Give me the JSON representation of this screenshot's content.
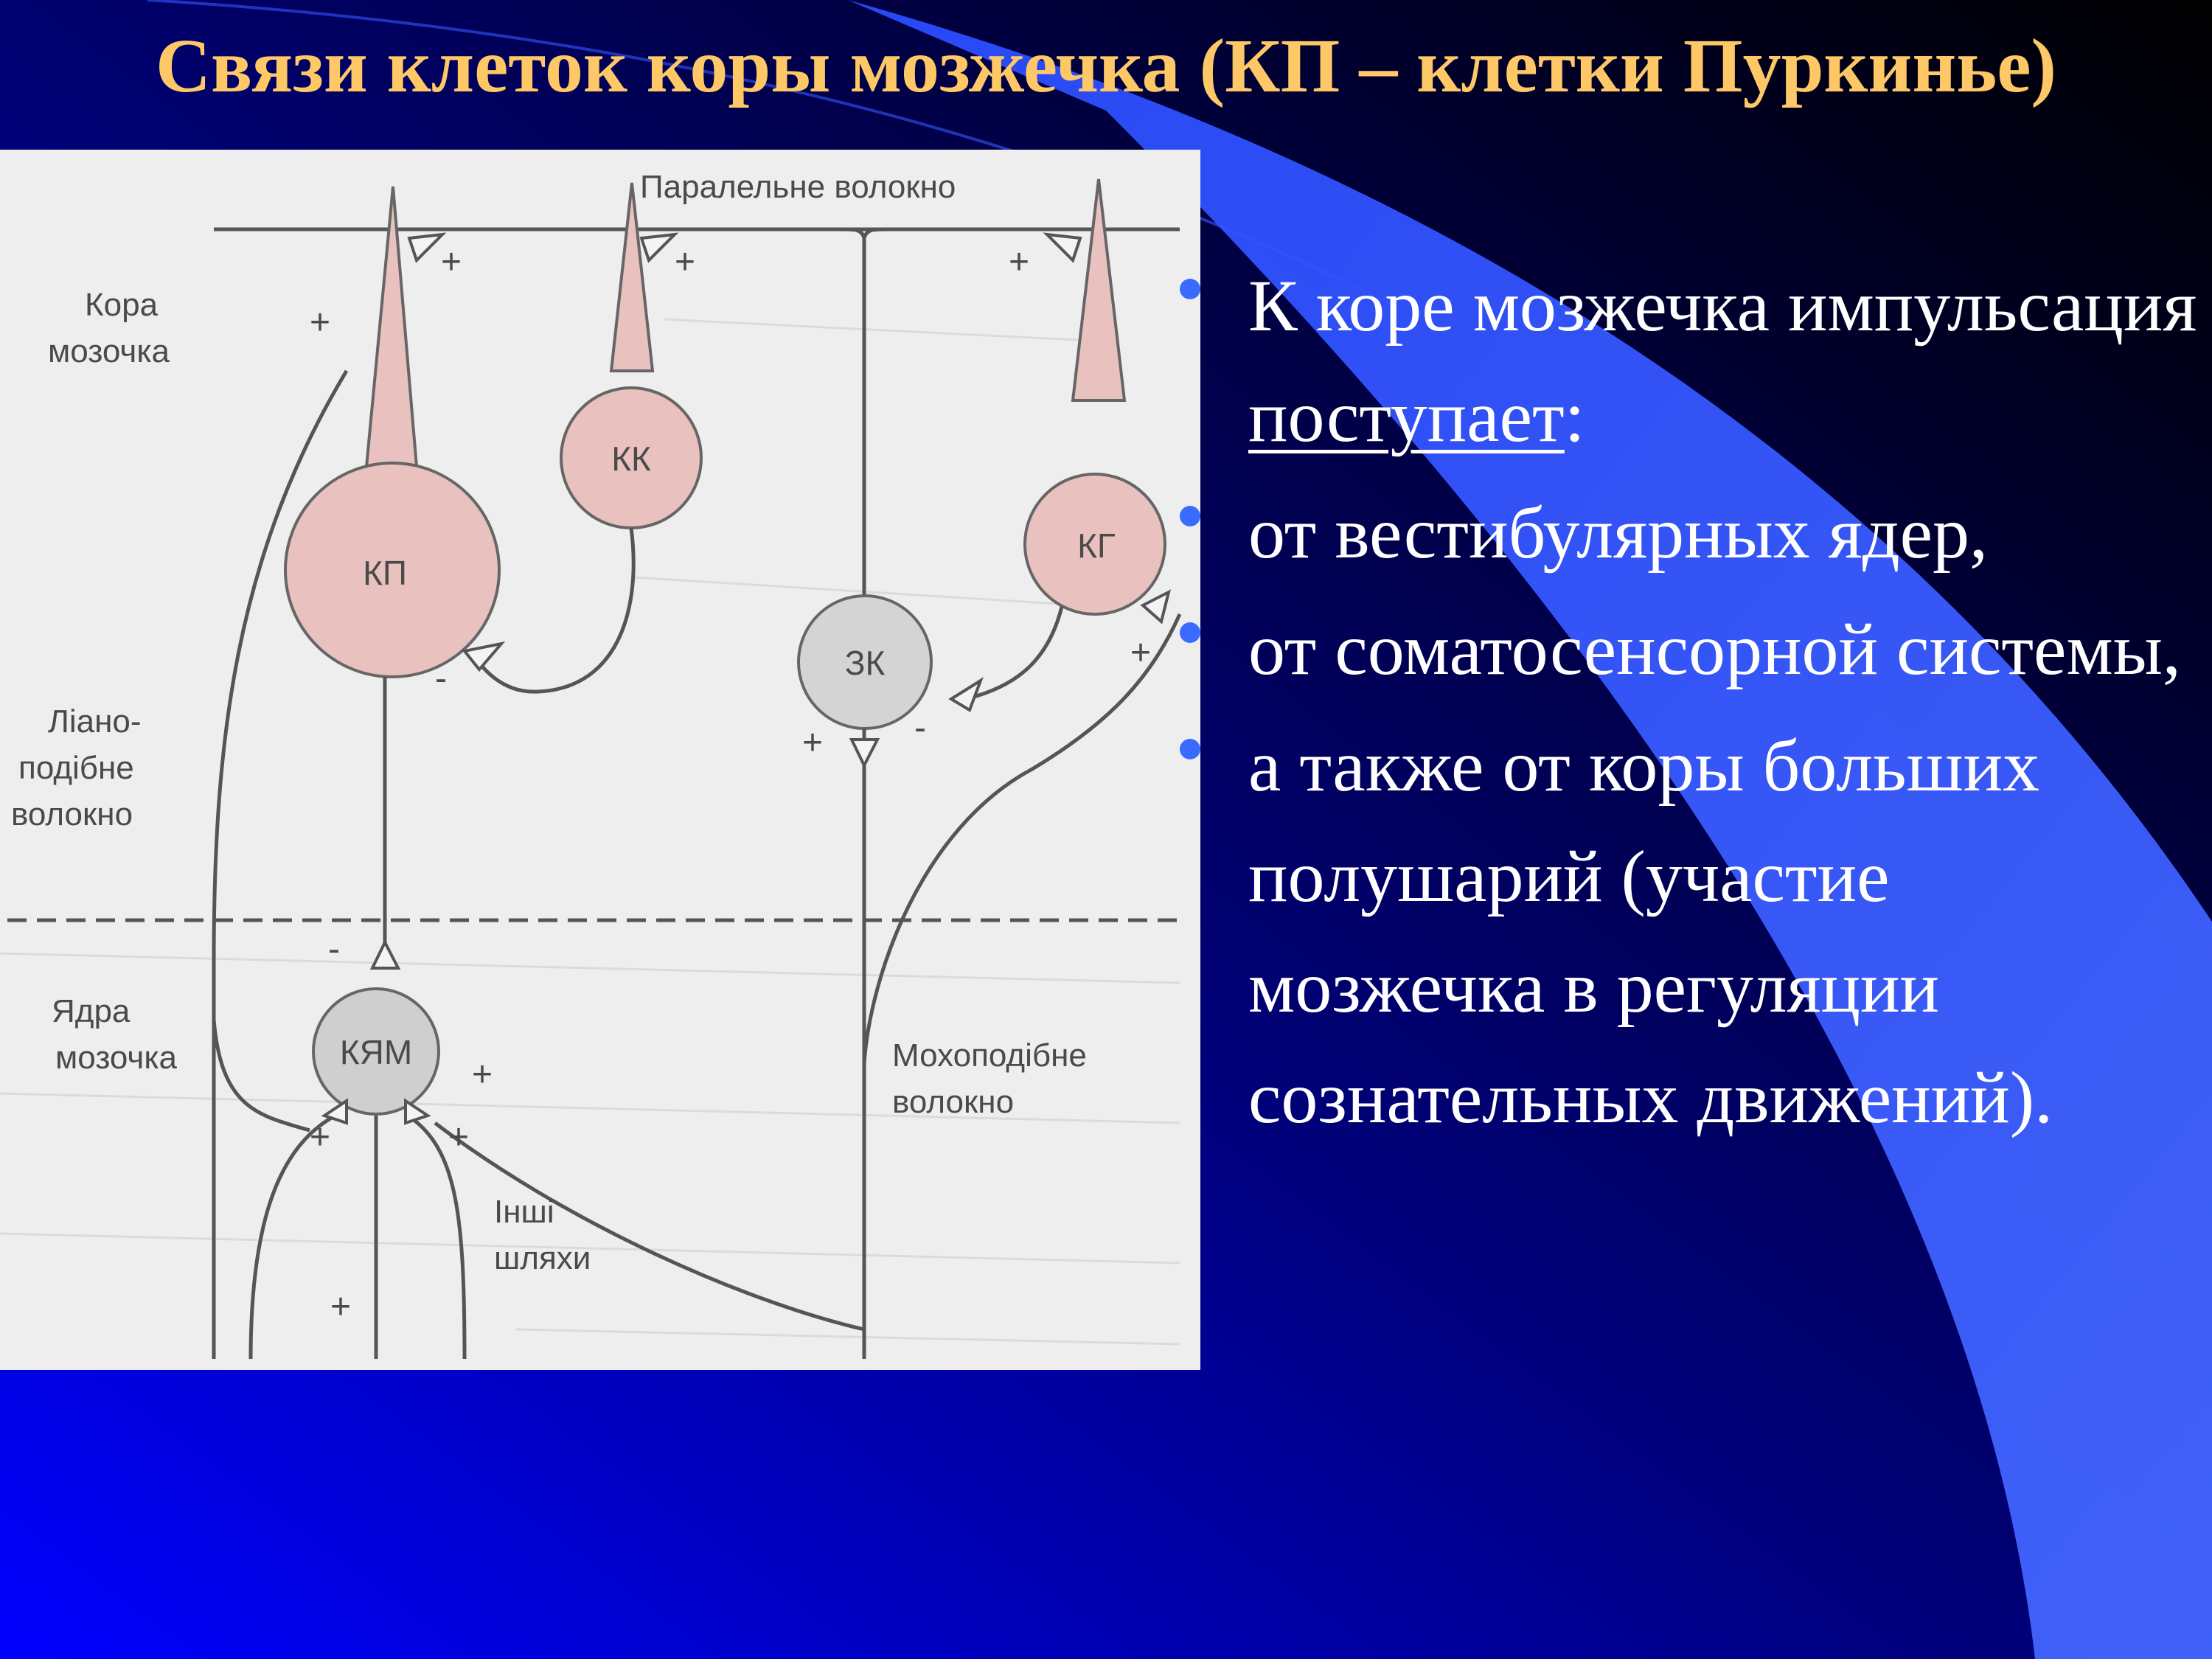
{
  "slide": {
    "title": "Связи клеток коры мозжечка (КП – клетки Пуркинье)",
    "colors": {
      "background_dark": "#000010",
      "background_blue": "#0000ff",
      "title": "#ffc866",
      "text": "#ffffff",
      "bullet": "#3a6bff",
      "ribbon": "#3a5cff"
    }
  },
  "figure": {
    "labels": {
      "parallel_fiber": "Паралельне волокно",
      "cortex_line1": "Кора",
      "cortex_line2": "мозочка",
      "climbing_line1": "Ліано-",
      "climbing_line2": "подібне",
      "climbing_line3": "волокно",
      "nuclei_line1": "Ядра",
      "nuclei_line2": "мозочка",
      "mossy_line1": "Мохоподібне",
      "mossy_line2": "волокно",
      "other_line1": "Інші",
      "other_line2": "шляхи"
    },
    "cells": {
      "purkinje": "КП",
      "basket": "КК",
      "golgi": "КГ",
      "granule": "ЗК",
      "nucleus": "КЯМ"
    },
    "signs": {
      "plus": "+",
      "minus": "-"
    }
  },
  "bullets": {
    "item1_part1": "К коре мозжечка импульсация ",
    "item1_underlined": "поступает",
    "item1_part2": ":",
    "item2": " от вестибулярных ядер,",
    "item3": "от соматосенсорной системы,",
    "item4": "а также от коры больших полушарий (участие мозжечка в регуляции сознательных движений)."
  }
}
